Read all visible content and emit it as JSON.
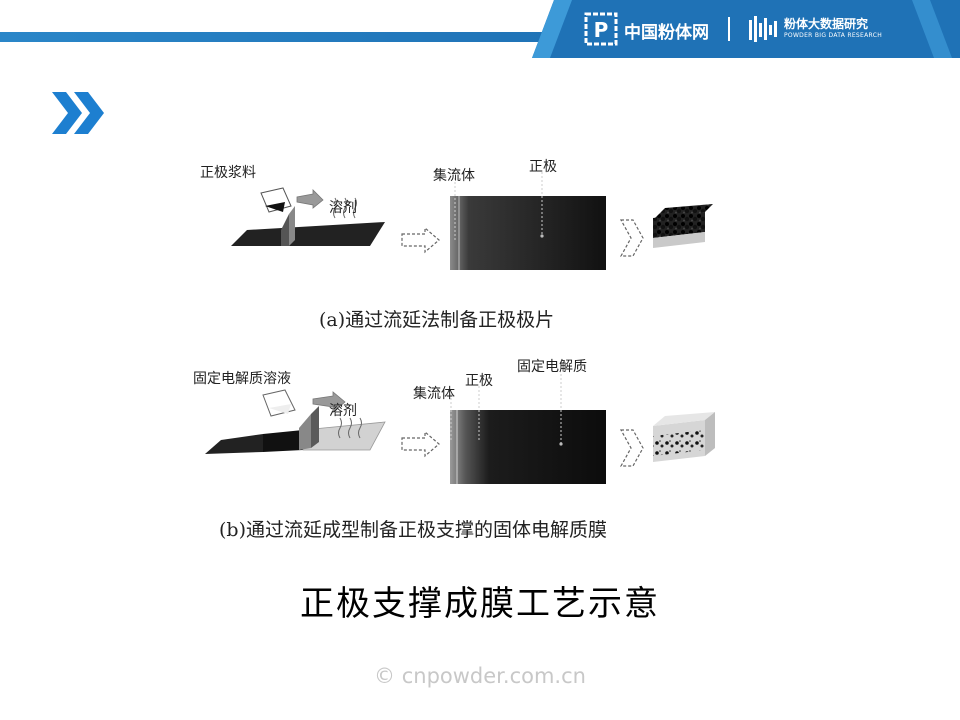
{
  "header": {
    "brand_name": "中国粉体网",
    "brand_name2": "粉体大数据研究",
    "brand_name2_en": "POWDER BIG DATA RESEARCH",
    "accent": "#1f72b6"
  },
  "figure": {
    "a": {
      "label_slurry": "正极浆料",
      "label_solvent": "溶剂",
      "label_collector": "集流体",
      "label_cathode": "正极",
      "caption": "(a)通过流延法制备正极极片"
    },
    "b": {
      "label_solution": "固定电解质溶液",
      "label_solvent": "溶剂",
      "label_collector": "集流体",
      "label_cathode": "正极",
      "label_electrolyte": "固定电解质",
      "caption": "(b)通过流延成型制备正极支撑的固体电解质膜"
    }
  },
  "title": "正极支撑成膜工艺示意",
  "watermark": "© cnpowder.com.cn"
}
